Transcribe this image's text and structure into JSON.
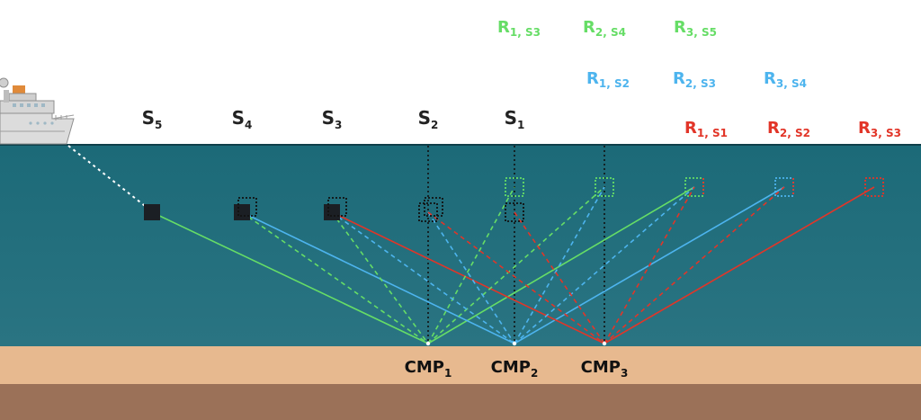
{
  "colors": {
    "sky": "#ffffff",
    "water_top": "#1c6a78",
    "water_bottom": "#27707f",
    "seafloor": "#e7b98f",
    "bedrock": "#9b7158",
    "shot_ink": "#1b1f24",
    "green": "#66dd66",
    "blue": "#4db4ee",
    "red": "#e23528",
    "ship_hull": "#d9d9d9",
    "ship_roof": "#e08a3a"
  },
  "sources": [
    {
      "name": "S",
      "sub": "5"
    },
    {
      "name": "S",
      "sub": "4"
    },
    {
      "name": "S",
      "sub": "3"
    },
    {
      "name": "S",
      "sub": "2"
    },
    {
      "name": "S",
      "sub": "1"
    }
  ],
  "receivers": [
    {
      "name": "R",
      "sub": "1, S3",
      "color": "green"
    },
    {
      "name": "R",
      "sub": "2, S4",
      "color": "green"
    },
    {
      "name": "R",
      "sub": "3, S5",
      "color": "green"
    },
    {
      "name": "R",
      "sub": "1, S2",
      "color": "blue"
    },
    {
      "name": "R",
      "sub": "2, S3",
      "color": "blue"
    },
    {
      "name": "R",
      "sub": "3, S4",
      "color": "blue"
    },
    {
      "name": "R",
      "sub": "1, S1",
      "color": "red"
    },
    {
      "name": "R",
      "sub": "2, S2",
      "color": "red"
    },
    {
      "name": "R",
      "sub": "3, S3",
      "color": "red"
    }
  ],
  "cmps": [
    {
      "name": "CMP",
      "sub": "1"
    },
    {
      "name": "CMP",
      "sub": "2"
    },
    {
      "name": "CMP",
      "sub": "3"
    }
  ],
  "icons": {
    "ship": "survey-ship-icon",
    "shot": "filled-square-marker",
    "receiver": "dotted-square-marker"
  }
}
